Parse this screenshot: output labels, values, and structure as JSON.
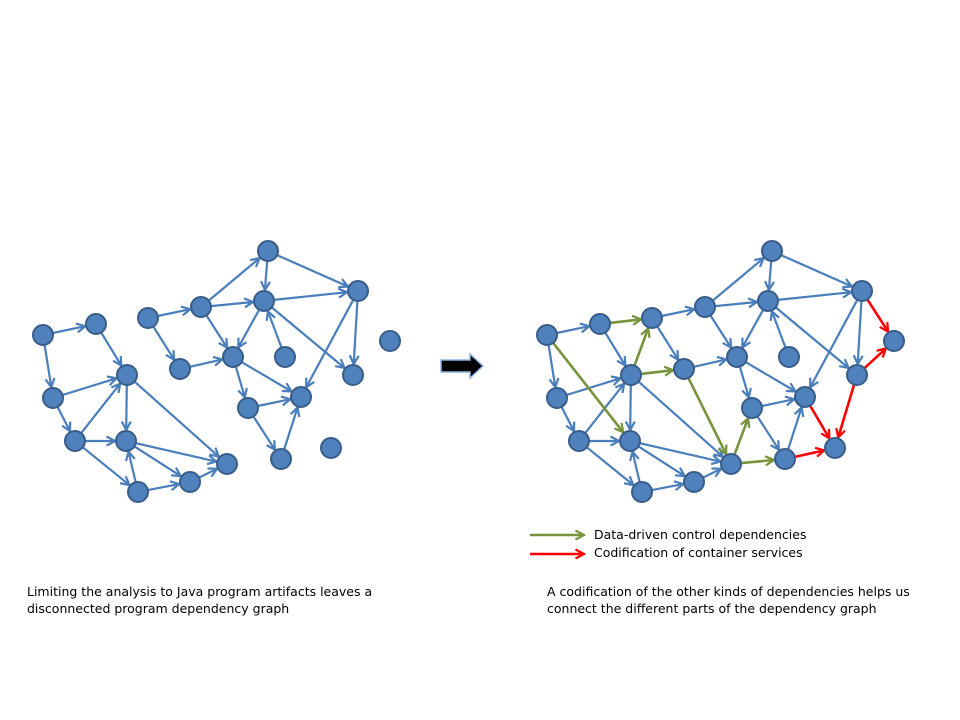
{
  "captions": {
    "left": {
      "line1": "Limiting the analysis to Java program artifacts leaves a",
      "line2": "disconnected program dependency graph"
    },
    "right": {
      "line1": "A codification of the other kinds of dependencies helps us",
      "line2": "connect the different parts of the dependency graph"
    }
  },
  "legend": {
    "data_driven": "Data-driven control dependencies",
    "container": "Codification of container services"
  },
  "colors": {
    "node_fill": "#4F81BD",
    "node_stroke": "#385D8A",
    "edge_blue": "#4A7EBB",
    "edge_green": "#77933C",
    "edge_red": "#FF0000",
    "transition_arrow": "#000000"
  },
  "icons": {
    "transition": "right-arrow-icon"
  }
}
